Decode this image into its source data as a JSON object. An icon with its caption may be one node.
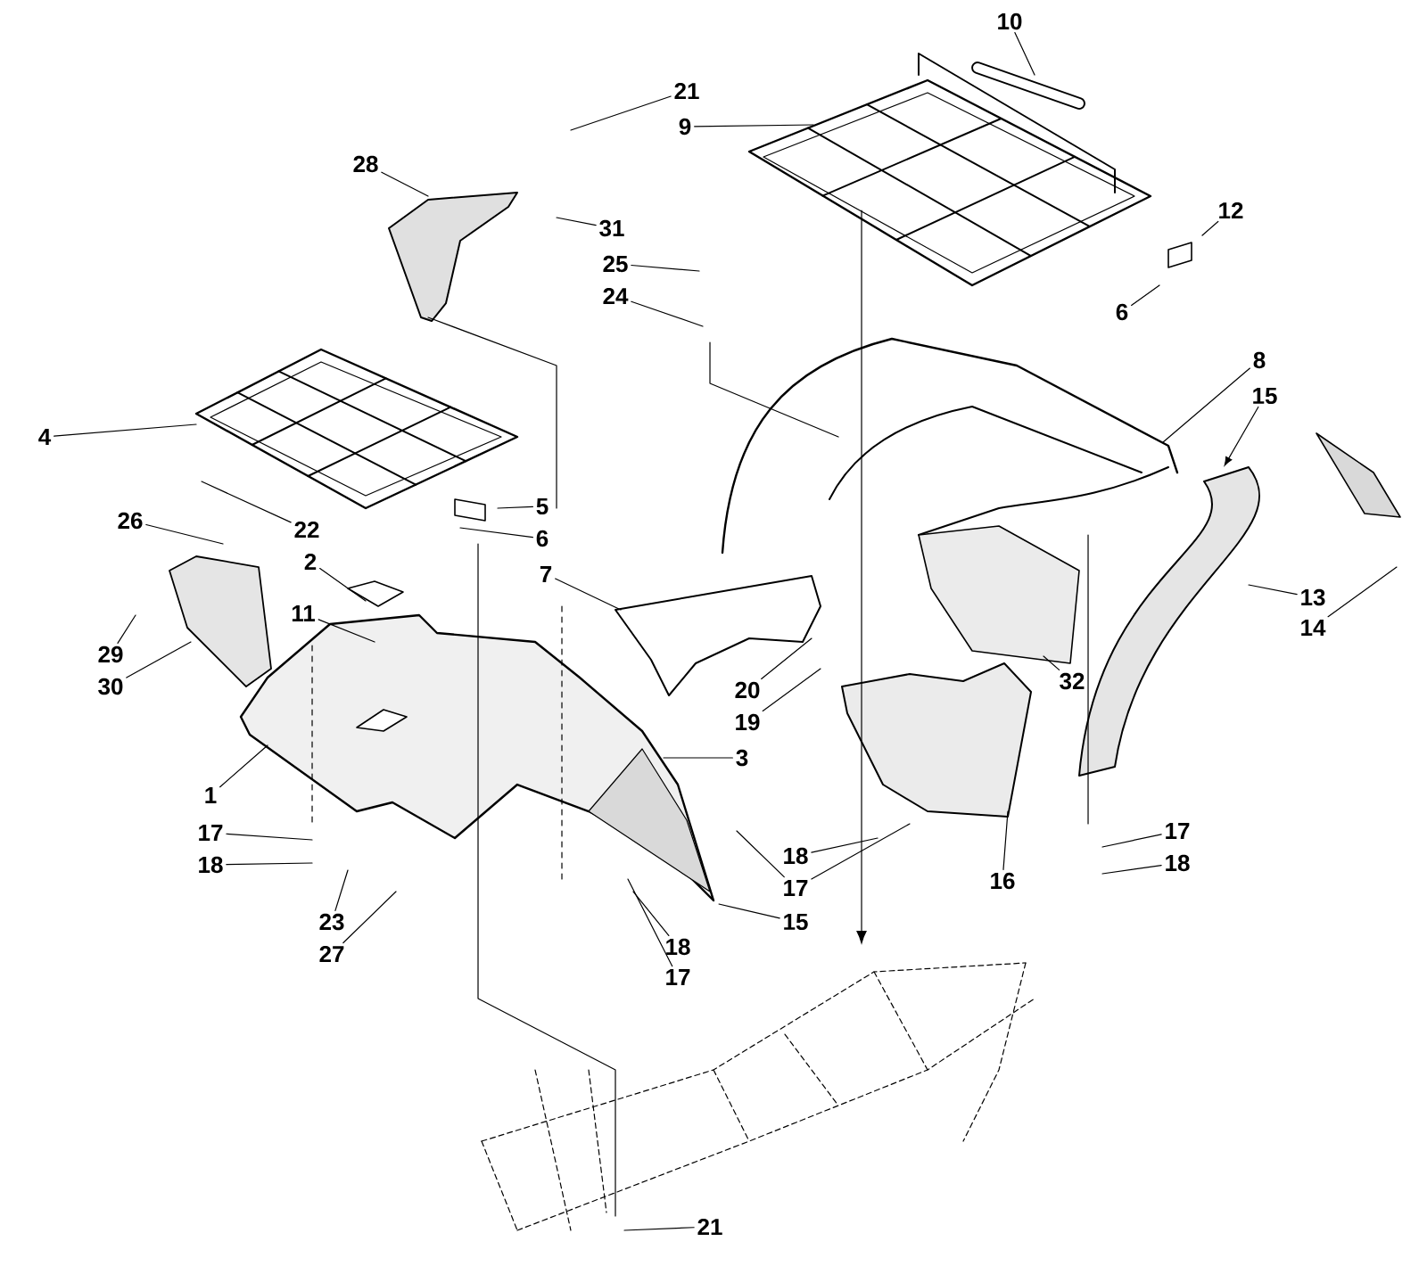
{
  "diagram": {
    "nodes": [
      {
        "text": [
          "10"
        ]
      },
      {
        "text": [
          "21"
        ]
      },
      {
        "text": [
          "9"
        ]
      },
      {
        "text": [
          "28"
        ]
      },
      {
        "text": [
          "12"
        ]
      },
      {
        "text": [
          "31"
        ]
      },
      {
        "text": [
          "25"
        ]
      },
      {
        "text": [
          "24"
        ]
      },
      {
        "text": [
          "6"
        ]
      },
      {
        "text": [
          "8"
        ]
      },
      {
        "text": [
          "15"
        ]
      },
      {
        "text": [
          "4"
        ]
      },
      {
        "text": [
          "5"
        ]
      },
      {
        "text": [
          "26"
        ]
      },
      {
        "text": [
          "22"
        ]
      },
      {
        "text": [
          "6"
        ]
      },
      {
        "text": [
          "2"
        ]
      },
      {
        "text": [
          "7"
        ]
      },
      {
        "text": [
          "13"
        ]
      },
      {
        "text": [
          "11"
        ]
      },
      {
        "text": [
          "14"
        ]
      },
      {
        "text": [
          "29"
        ]
      },
      {
        "text": [
          "32"
        ]
      },
      {
        "text": [
          "30"
        ]
      },
      {
        "text": [
          "20"
        ]
      },
      {
        "text": [
          "19"
        ]
      },
      {
        "text": [
          "3"
        ]
      },
      {
        "text": [
          "1"
        ]
      },
      {
        "text": [
          "17"
        ]
      },
      {
        "text": [
          "17"
        ]
      },
      {
        "text": [
          "18"
        ]
      },
      {
        "text": [
          "18"
        ]
      },
      {
        "text": [
          "18"
        ]
      },
      {
        "text": [
          "16"
        ]
      },
      {
        "text": [
          "17"
        ]
      },
      {
        "text": [
          "15"
        ]
      },
      {
        "text": [
          "23"
        ]
      },
      {
        "text": [
          "18"
        ]
      },
      {
        "text": [
          "27"
        ]
      },
      {
        "text": [
          "17"
        ]
      },
      {
        "text": [
          "21"
        ]
      }
    ],
    "edges": [
      {
        "from": 0,
        "to": null,
        "arrow": "none"
      },
      {
        "from": 1,
        "to": null,
        "arrow": "none"
      },
      {
        "from": 2,
        "to": null,
        "arrow": "none"
      },
      {
        "from": 3,
        "to": null,
        "arrow": "none"
      },
      {
        "from": 4,
        "to": null,
        "arrow": "none"
      },
      {
        "from": 5,
        "to": null,
        "arrow": "none"
      },
      {
        "from": 6,
        "to": null,
        "arrow": "none"
      },
      {
        "from": 7,
        "to": null,
        "arrow": "none"
      },
      {
        "from": 8,
        "to": null,
        "arrow": "none"
      },
      {
        "from": 9,
        "to": null,
        "arrow": "none"
      },
      {
        "from": 10,
        "to": null,
        "arrow": "to"
      },
      {
        "from": 11,
        "to": null,
        "arrow": "none"
      },
      {
        "from": 12,
        "to": null,
        "arrow": "none"
      },
      {
        "from": 13,
        "to": null,
        "arrow": "none"
      },
      {
        "from": 14,
        "to": null,
        "arrow": "none"
      },
      {
        "from": 15,
        "to": null,
        "arrow": "none"
      },
      {
        "from": 16,
        "to": null,
        "arrow": "none"
      },
      {
        "from": 17,
        "to": null,
        "arrow": "none"
      },
      {
        "from": 18,
        "to": null,
        "arrow": "none"
      },
      {
        "from": 19,
        "to": null,
        "arrow": "none"
      },
      {
        "from": 20,
        "to": null,
        "arrow": "none"
      },
      {
        "from": 21,
        "to": null,
        "arrow": "none"
      },
      {
        "from": 22,
        "to": null,
        "arrow": "none"
      },
      {
        "from": 23,
        "to": null,
        "arrow": "none"
      },
      {
        "from": 24,
        "to": null,
        "arrow": "none"
      },
      {
        "from": 25,
        "to": null,
        "arrow": "none"
      },
      {
        "from": 26,
        "to": null,
        "arrow": "none"
      },
      {
        "from": 27,
        "to": null,
        "arrow": "none"
      },
      {
        "from": 28,
        "to": null,
        "arrow": "none"
      },
      {
        "from": 29,
        "to": null,
        "arrow": "none"
      },
      {
        "from": 30,
        "to": null,
        "arrow": "none"
      },
      {
        "from": 31,
        "to": null,
        "arrow": "none"
      },
      {
        "from": 32,
        "to": null,
        "arrow": "none"
      },
      {
        "from": 33,
        "to": null,
        "arrow": "none"
      },
      {
        "from": 34,
        "to": null,
        "arrow": "none"
      },
      {
        "from": 34,
        "to": null,
        "arrow": "none"
      },
      {
        "from": 35,
        "to": null,
        "arrow": "none"
      },
      {
        "from": 36,
        "to": null,
        "arrow": "none"
      },
      {
        "from": 37,
        "to": null,
        "arrow": "none"
      },
      {
        "from": 38,
        "to": null,
        "arrow": "none"
      },
      {
        "from": 39,
        "to": null,
        "arrow": "none"
      },
      {
        "from": 40,
        "to": null,
        "arrow": "none"
      }
    ]
  }
}
